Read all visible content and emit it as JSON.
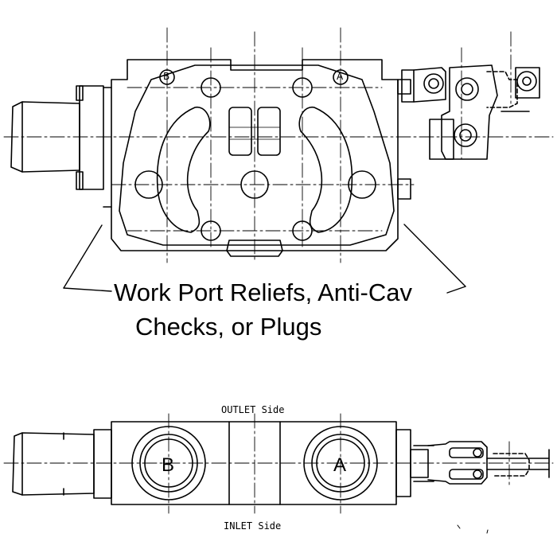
{
  "callout": {
    "line1": "Work Port Reliefs, Anti-Cav",
    "line2": "Checks, or Plugs"
  },
  "top_view": {
    "port_b": "B",
    "port_a": "A"
  },
  "bottom_view": {
    "outlet_label": "OUTLET Side",
    "inlet_label": "INLET Side",
    "port_b": "B",
    "port_a": "A"
  },
  "colors": {
    "line": "#000000",
    "background": "#ffffff"
  }
}
